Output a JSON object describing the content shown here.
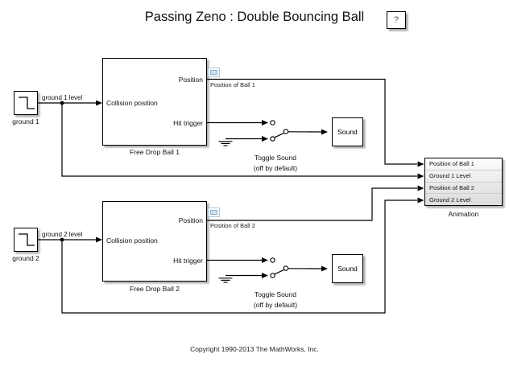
{
  "header": {
    "title": "Passing Zeno : Double Bouncing Ball",
    "help_label": "?"
  },
  "systems": {
    "ball1": {
      "source": {
        "glyph": "step-down-signal",
        "label": "ground 1"
      },
      "signal_label": "ground 1 level",
      "subsystem": {
        "label": "Free Drop Ball 1",
        "port_out_top": "Position",
        "port_in": "Collision position",
        "port_out_bottom": "Hit trigger"
      },
      "viewer": {
        "icon": "scope-viewer-badge",
        "label": "Position of Ball 1"
      },
      "switch": {
        "label_line1": "Toggle Sound",
        "label_line2": "(off by default)",
        "state": "off"
      },
      "sound": {
        "label": "Sound"
      }
    },
    "ball2": {
      "source": {
        "glyph": "step-down-signal",
        "label": "ground 2"
      },
      "signal_label": "ground 2 level",
      "subsystem": {
        "label": "Free Drop Ball 2",
        "port_out_top": "Position",
        "port_in": "Collision position",
        "port_out_bottom": "Hit trigger"
      },
      "viewer": {
        "icon": "scope-viewer-badge",
        "label": "Position of Ball 2"
      },
      "switch": {
        "label_line1": "Toggle Sound",
        "label_line2": "(off by default)",
        "state": "off"
      },
      "sound": {
        "label": "Sound"
      }
    }
  },
  "animation": {
    "label": "Animation",
    "ports": [
      "Position of Ball 1",
      "Ground 1 Level",
      "Position of Ball 2",
      "Ground 2 Level"
    ]
  },
  "footer": {
    "copyright": "Copyright 1990-2013 The MathWorks, Inc."
  },
  "colors": {
    "wire": "#000000",
    "block_border": "#000000",
    "block_background": "#ffffff",
    "shadow": "#aaaaaa",
    "viewer_badge_border": "#8ab0cb",
    "viewer_badge_fill": "#cfe2f0",
    "help_text": "#555555"
  }
}
